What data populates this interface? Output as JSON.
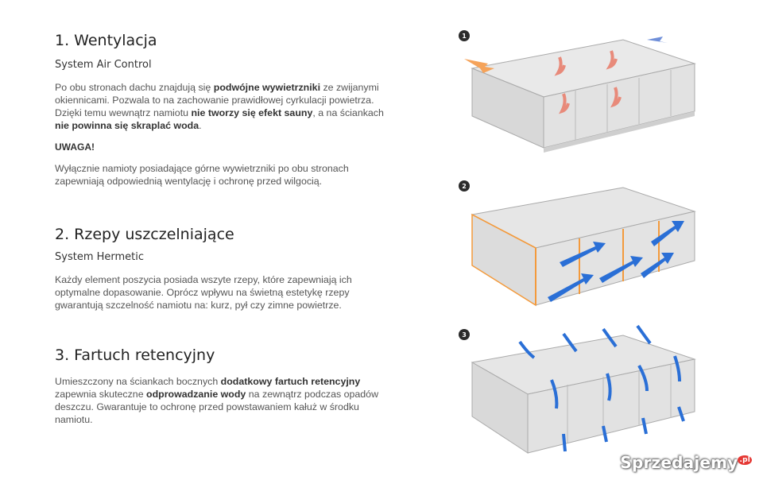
{
  "sections": [
    {
      "title": "1. Wentylacja",
      "subtitle": "System Air Control",
      "p1": [
        "Po obu stronach dachu znajdują się ",
        "podwójne wywietrzniki",
        " ze zwijanymi okiennicami. Pozwala to na zachowanie prawidłowej cyrkulacji powietrza. Dzięki temu wewnątrz namiotu ",
        "nie tworzy się efekt sauny",
        ", a na ściankach ",
        "nie powinna się skraplać woda",
        "."
      ],
      "warning": "UWAGA!",
      "p2": "Wyłącznie namioty posiadające górne wywietrzniki po obu stronach zapewniają odpowiednią wentylację i ochronę przed wilgocią."
    },
    {
      "title": "2. Rzepy uszczelniające",
      "subtitle": "System Hermetic",
      "p1": "Każdy element poszycia posiada wszyte rzepy, które zapewniają ich optymalne dopasowanie. Oprócz wpływu na świetną estetykę rzepy gwarantują szczelność namiotu na: kurz, pył czy zimne powietrze."
    },
    {
      "title": "3. Fartuch retencyjny",
      "p1": [
        "Umieszczony na ściankach bocznych ",
        "dodatkowy fartuch retencyjny",
        " zapewnia skuteczne ",
        "odprowadzanie wody",
        " na zewnątrz podczas opadów deszczu. Gwarantuje to ochronę przed powstawaniem kałuż w środku namiotu."
      ]
    }
  ],
  "figures": [
    {
      "number": "1",
      "arrow_color": "#e88a7a",
      "accent": "#f5a35a"
    },
    {
      "number": "2",
      "arrow_color": "#2a6fd6",
      "accent": "#f39a3c"
    },
    {
      "number": "3",
      "arrow_color": "#2a6fd6"
    }
  ],
  "watermark": {
    "text": "Sprzedajemy",
    "suffix": ".pl"
  }
}
